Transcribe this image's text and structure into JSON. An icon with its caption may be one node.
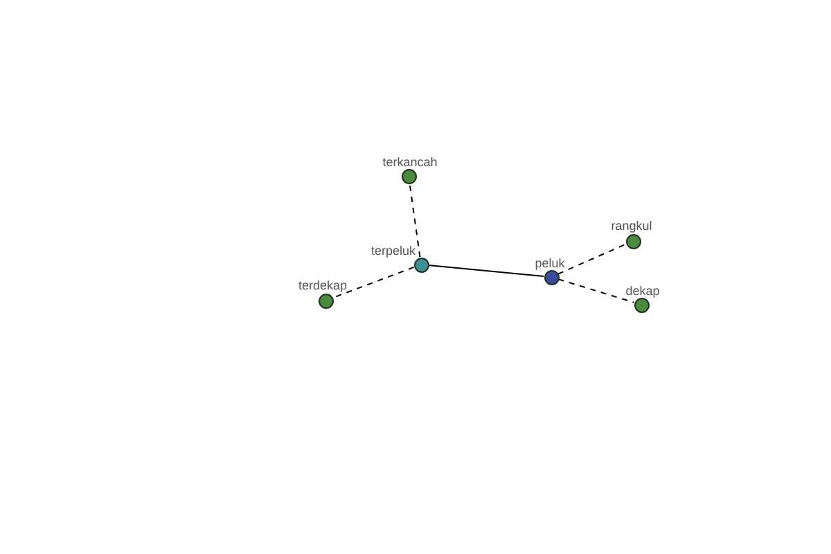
{
  "diagram": {
    "nodes": [
      {
        "text": [
          "terkancah"
        ]
      },
      {
        "text": [
          "rangkul"
        ]
      },
      {
        "text": [
          "terpeluk"
        ]
      },
      {
        "text": [
          "peluk"
        ]
      },
      {
        "text": [
          "terdekap"
        ]
      },
      {
        "text": [
          "dekap"
        ]
      }
    ],
    "edges": [
      {
        "from": 2,
        "to": 0,
        "arrow": "none",
        "style": "dashed"
      },
      {
        "from": 2,
        "to": 4,
        "arrow": "none",
        "style": "dashed"
      },
      {
        "from": 2,
        "to": 3,
        "arrow": "none"
      },
      {
        "from": 3,
        "to": 1,
        "arrow": "none",
        "style": "dashed"
      },
      {
        "from": 3,
        "to": 5,
        "arrow": "none",
        "style": "dashed"
      }
    ]
  }
}
